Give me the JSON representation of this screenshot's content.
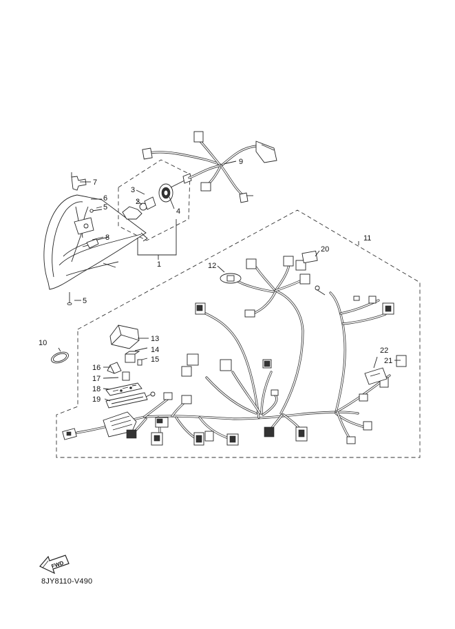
{
  "drawing_code": "8JY8110-V490",
  "fwd_label": "FWD",
  "callouts": {
    "c1": "1",
    "c2": "2",
    "c3": "3",
    "c4": "4",
    "c5a": "5",
    "c5b": "5",
    "c6": "6",
    "c7": "7",
    "c8": "8",
    "c9": "9",
    "c10": "10",
    "c11": "11",
    "c12": "12",
    "c13": "13",
    "c14": "14",
    "c15": "15",
    "c16": "16",
    "c17": "17",
    "c18": "18",
    "c19": "19",
    "c20": "20",
    "c21": "21",
    "c22": "22"
  }
}
